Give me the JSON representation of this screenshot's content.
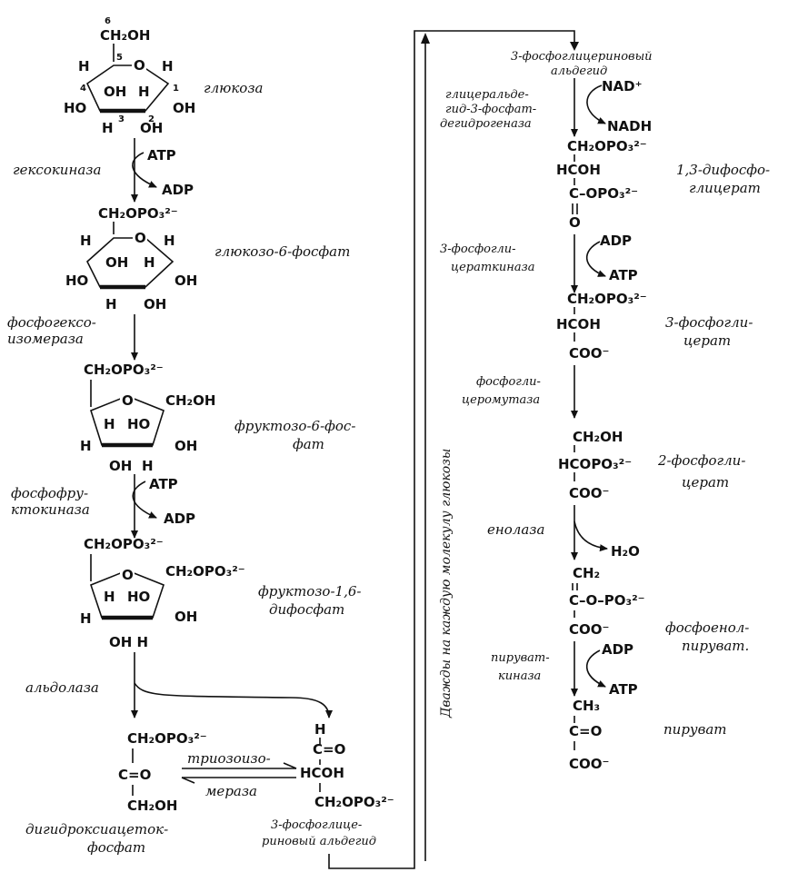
{
  "glucose": {
    "top_group": "CH₂OH",
    "carbon_numbers": [
      "6",
      "5",
      "4",
      "3",
      "2",
      "1"
    ],
    "ring_o": "O",
    "h": "H",
    "oh": "OH",
    "ho": "HO",
    "name": "глюкоза"
  },
  "step1": {
    "enzyme": "гексокиназа",
    "in": "ATP",
    "out": "ADP"
  },
  "glucose6p": {
    "top_group": "CH₂OPO₃²⁻",
    "ring_o": "O",
    "h": "H",
    "oh": "OH",
    "ho": "HO",
    "name": "глюкозо-6-фосфат"
  },
  "step2": {
    "enzyme_line1": "фосфогексо-",
    "enzyme_line2": "изомераза"
  },
  "fructose6p": {
    "top_group": "CH₂OPO₃²⁻",
    "right_group": "CH₂OH",
    "ring_o": "O",
    "h": "H",
    "ho": "HO",
    "oh": "OH",
    "name_line1": "фруктозо-6-фос-",
    "name_line2": "фат"
  },
  "step3": {
    "enzyme_line1": "фосфофру-",
    "enzyme_line2": "ктокиназа",
    "in": "ATP",
    "out": "ADP"
  },
  "fructose16bp": {
    "top_group": "CH₂OPO₃²⁻",
    "right_group": "CH₂OPO₃²⁻",
    "ring_o": "O",
    "h": "H",
    "ho": "HO",
    "oh": "OH",
    "bottom": "OH H",
    "name_line1": "фруктозо-1,6-",
    "name_line2": "дифосфат"
  },
  "step4": {
    "enzyme": "альдолаза"
  },
  "dhap": {
    "line1": "CH₂OPO₃²⁻",
    "line2": "C=O",
    "line3": "CH₂OH",
    "name_line1": "дигидроксиацеток-",
    "name_line2": "фосфат"
  },
  "isomerase": {
    "line1": "триозоизо-",
    "line2": "мераза"
  },
  "gap_left": {
    "line1": "H",
    "line2": "C=O",
    "line3": "HCOH",
    "line4": "CH₂OPO₃²⁻",
    "name_line1": "3-фосфоглице-",
    "name_line2": "риновый альдегид"
  },
  "loop_label": "Дважды на каждую молекулу глюкозы",
  "gap_right": {
    "name_line1": "3-фосфоглицериновый",
    "name_line2": "альдегид"
  },
  "step5": {
    "enzyme_line1": "глицеральде-",
    "enzyme_line2": "гид-3-фосфат-",
    "enzyme_line3": "дегидрогеназа",
    "in": "NAD⁺",
    "out": "NADH"
  },
  "bpg13": {
    "line1": "CH₂OPO₃²⁻",
    "line2": "HCOH",
    "line3": "C–OPO₃²⁻",
    "line4": "O",
    "name_line1": "1,3-дифосфо-",
    "name_line2": "глицерат"
  },
  "step6": {
    "enzyme_line1": "3-фосфогли-",
    "enzyme_line2": "цераткиназа",
    "in": "ADP",
    "out": "ATP"
  },
  "pg3": {
    "line1": "CH₂OPO₃²⁻",
    "line2": "HCOH",
    "line3": "COO⁻",
    "name_line1": "3-фосфогли-",
    "name_line2": "церат"
  },
  "step7": {
    "enzyme_line1": "фосфогли-",
    "enzyme_line2": "церомутаза"
  },
  "pg2": {
    "line1": "CH₂OH",
    "line2": "HCOPO₃²⁻",
    "line3": "COO⁻",
    "name_line1": "2-фосфогли-",
    "name_line2": "церат"
  },
  "step8": {
    "enzyme": "енолаза",
    "out": "H₂O"
  },
  "pep": {
    "line1": "CH₂",
    "line2": "C–O–PO₃²⁻",
    "line3": "COO⁻",
    "name_line1": "фосфоенол-",
    "name_line2": "пируват."
  },
  "step9": {
    "enzyme_line1": "пируват-",
    "enzyme_line2": "киназа",
    "in": "ADP",
    "out": "ATP"
  },
  "pyruvate": {
    "line1": "CH₃",
    "line2": "C=O",
    "line3": "COO⁻",
    "name": "пируват"
  }
}
